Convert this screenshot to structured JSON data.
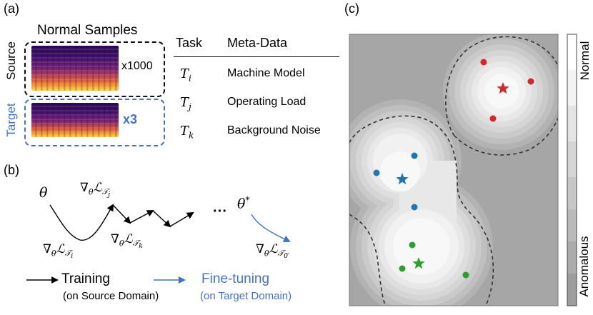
{
  "panel_a": {
    "label": "(a)",
    "normal_samples_title": "Normal Samples",
    "source_label": "Source",
    "target_label": "Target",
    "source_count": "x1000",
    "target_count": "x3",
    "table": {
      "headers": [
        "Task",
        "Meta-Data"
      ],
      "rows": [
        {
          "task_base": "T",
          "task_sub": "i",
          "meta": "Machine Model"
        },
        {
          "task_base": "T",
          "task_sub": "j",
          "meta": "Operating Load"
        },
        {
          "task_base": "T",
          "task_sub": "k",
          "meta": "Background Noise"
        }
      ]
    }
  },
  "panel_b": {
    "label": "(b)",
    "theta": "θ",
    "theta_star": "θ",
    "theta_star_sup": "*",
    "ellipsis": "···",
    "grad_prefix": "∇",
    "grad_theta": "θ",
    "grad_L": "ℒ",
    "grad_i_sub": "i",
    "grad_j_sub": "j",
    "grad_k_sub": "k",
    "grad_0_sub": "0′",
    "legend": {
      "training": "Training",
      "training_note": "(on Source Domain)",
      "finetune": "Fine-tuning",
      "finetune_note": "(on Target Domain)"
    }
  },
  "panel_c": {
    "label": "(c)",
    "colorbar_top": "Normal",
    "colorbar_bottom": "Anomalous"
  },
  "colors": {
    "blue": "#4472c4",
    "red": "#d62728",
    "green": "#2ca02c",
    "point_blue": "#1f77b4",
    "dark": "#000000"
  }
}
